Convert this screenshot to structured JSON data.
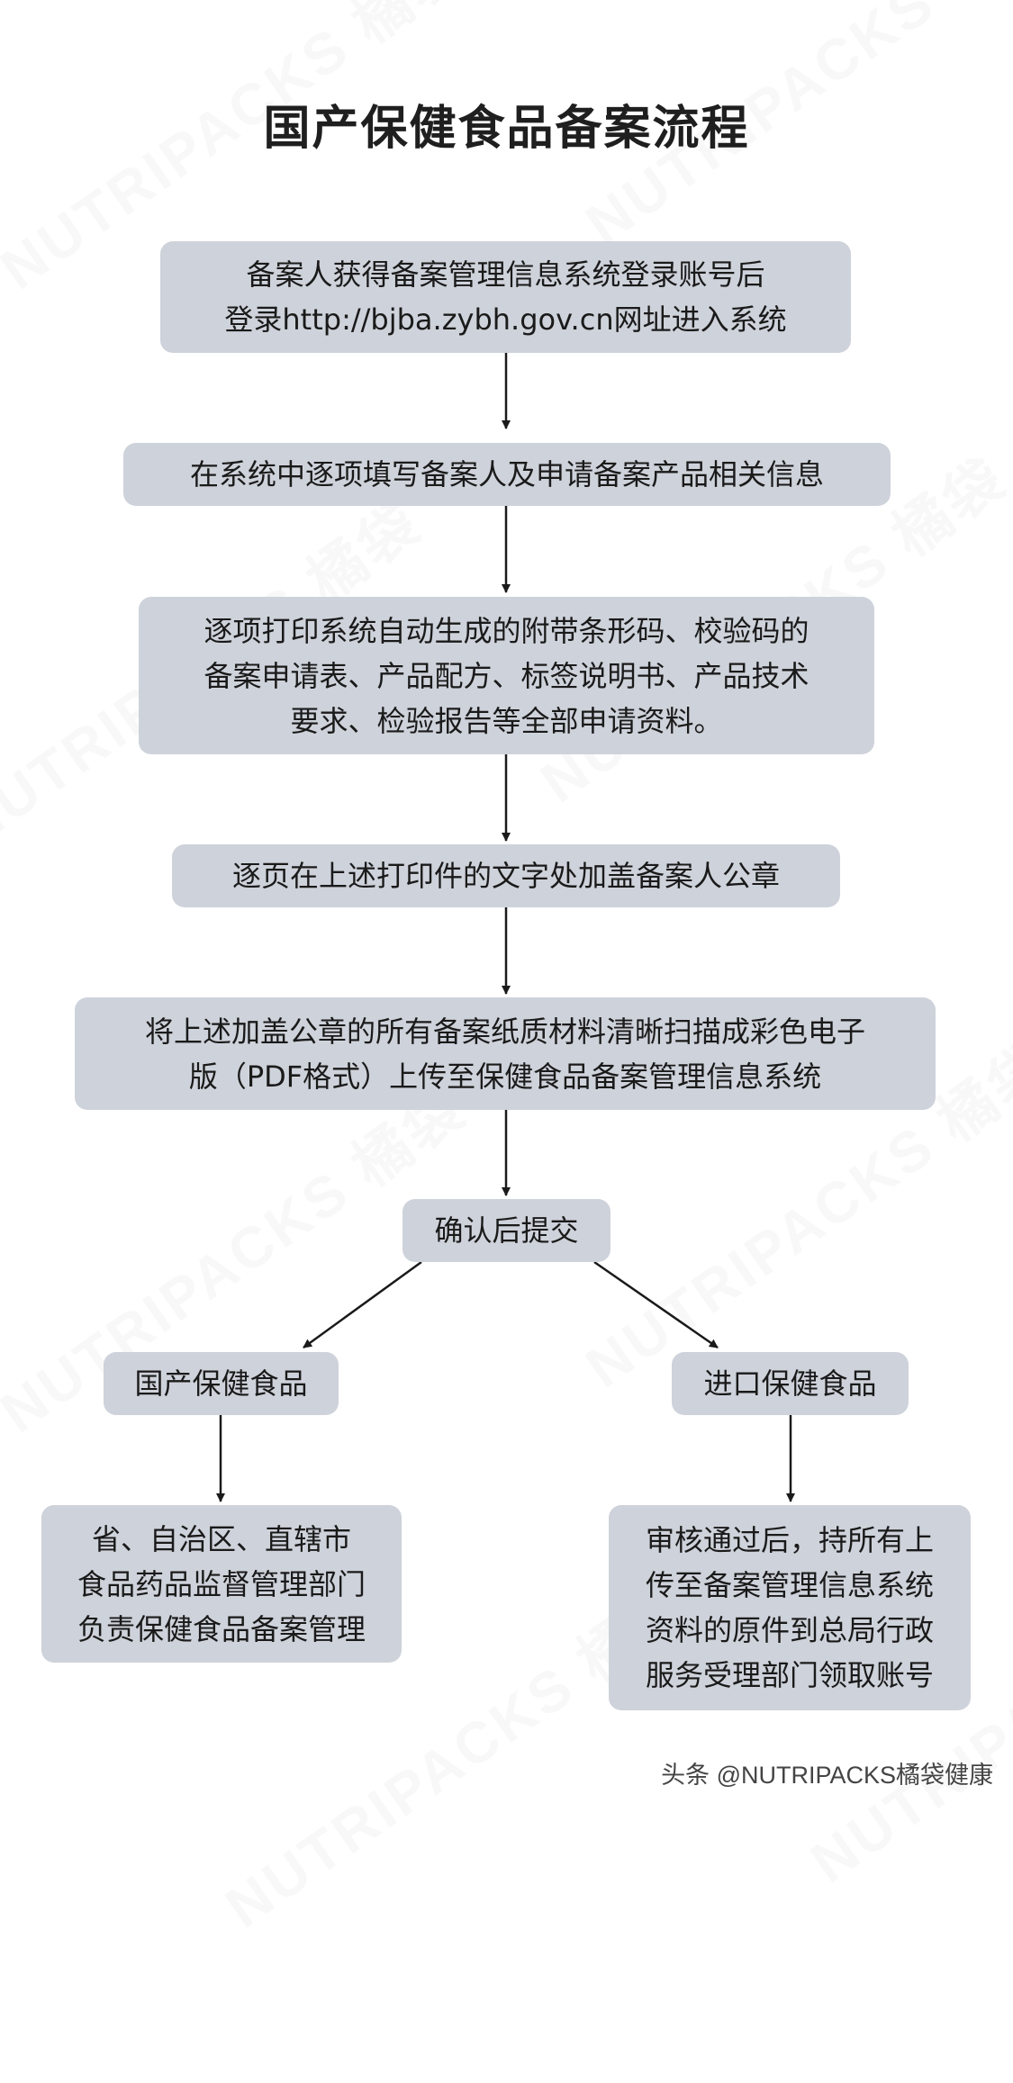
{
  "title": "国产保健食品备案流程",
  "watermark": "NUTRIPACKS 橘袋",
  "footer": "头条 @NUTRIPACKS橘袋健康",
  "colors": {
    "box_fill": "#ced2da",
    "arrow": "#1a1a1a",
    "text": "#1a1a1a"
  },
  "steps": {
    "login": [
      "备案人获得备案管理信息系统登录账号后",
      "登录http://bjba.zybh.gov.cn网址进入系统"
    ],
    "fill_info": [
      "在系统中逐项填写备案人及申请备案产品相关信息"
    ],
    "print": [
      "逐项打印系统自动生成的附带条形码、校验码的",
      "备案申请表、产品配方、标签说明书、产品技术",
      "要求、检验报告等全部申请资料。"
    ],
    "stamp": [
      "逐页在上述打印件的文字处加盖备案人公章"
    ],
    "scan_upload": [
      "将上述加盖公章的所有备案纸质材料清晰扫描成彩色电子",
      "版（PDF格式）上传至保健食品备案管理信息系统"
    ],
    "confirm_submit": [
      "确认后提交"
    ],
    "domestic": [
      "国产保健食品"
    ],
    "imported": [
      "进口保健食品"
    ],
    "domestic_result": [
      "省、自治区、直辖市",
      "食品药品监督管理部门",
      "负责保健食品备案管理"
    ],
    "imported_result": [
      "审核通过后，持所有上",
      "传至备案管理信息系统",
      "资料的原件到总局行政",
      "服务受理部门领取账号"
    ]
  }
}
